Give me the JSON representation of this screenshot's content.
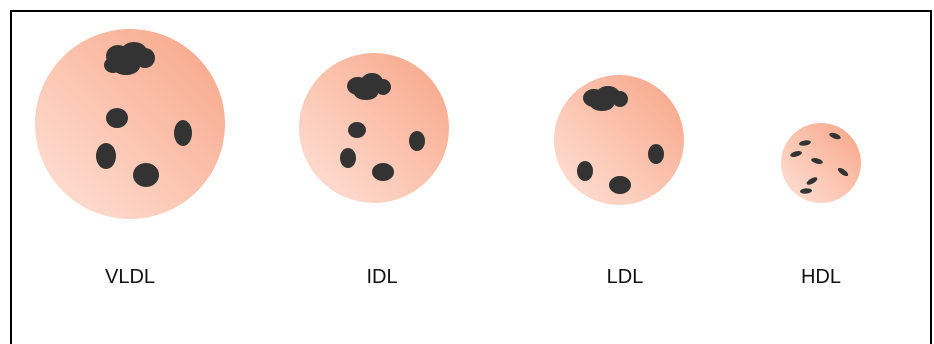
{
  "particles": [
    {
      "id": "vldl",
      "label": "VLDL"
    },
    {
      "id": "idl",
      "label": "IDL"
    },
    {
      "id": "ldl",
      "label": "LDL"
    },
    {
      "id": "hdl",
      "label": "HDL"
    }
  ],
  "colors": {
    "particle_light": "#ffd9cc",
    "particle_dark": "#f9a88e",
    "protein_blob": "#333333",
    "border": "#000000"
  }
}
